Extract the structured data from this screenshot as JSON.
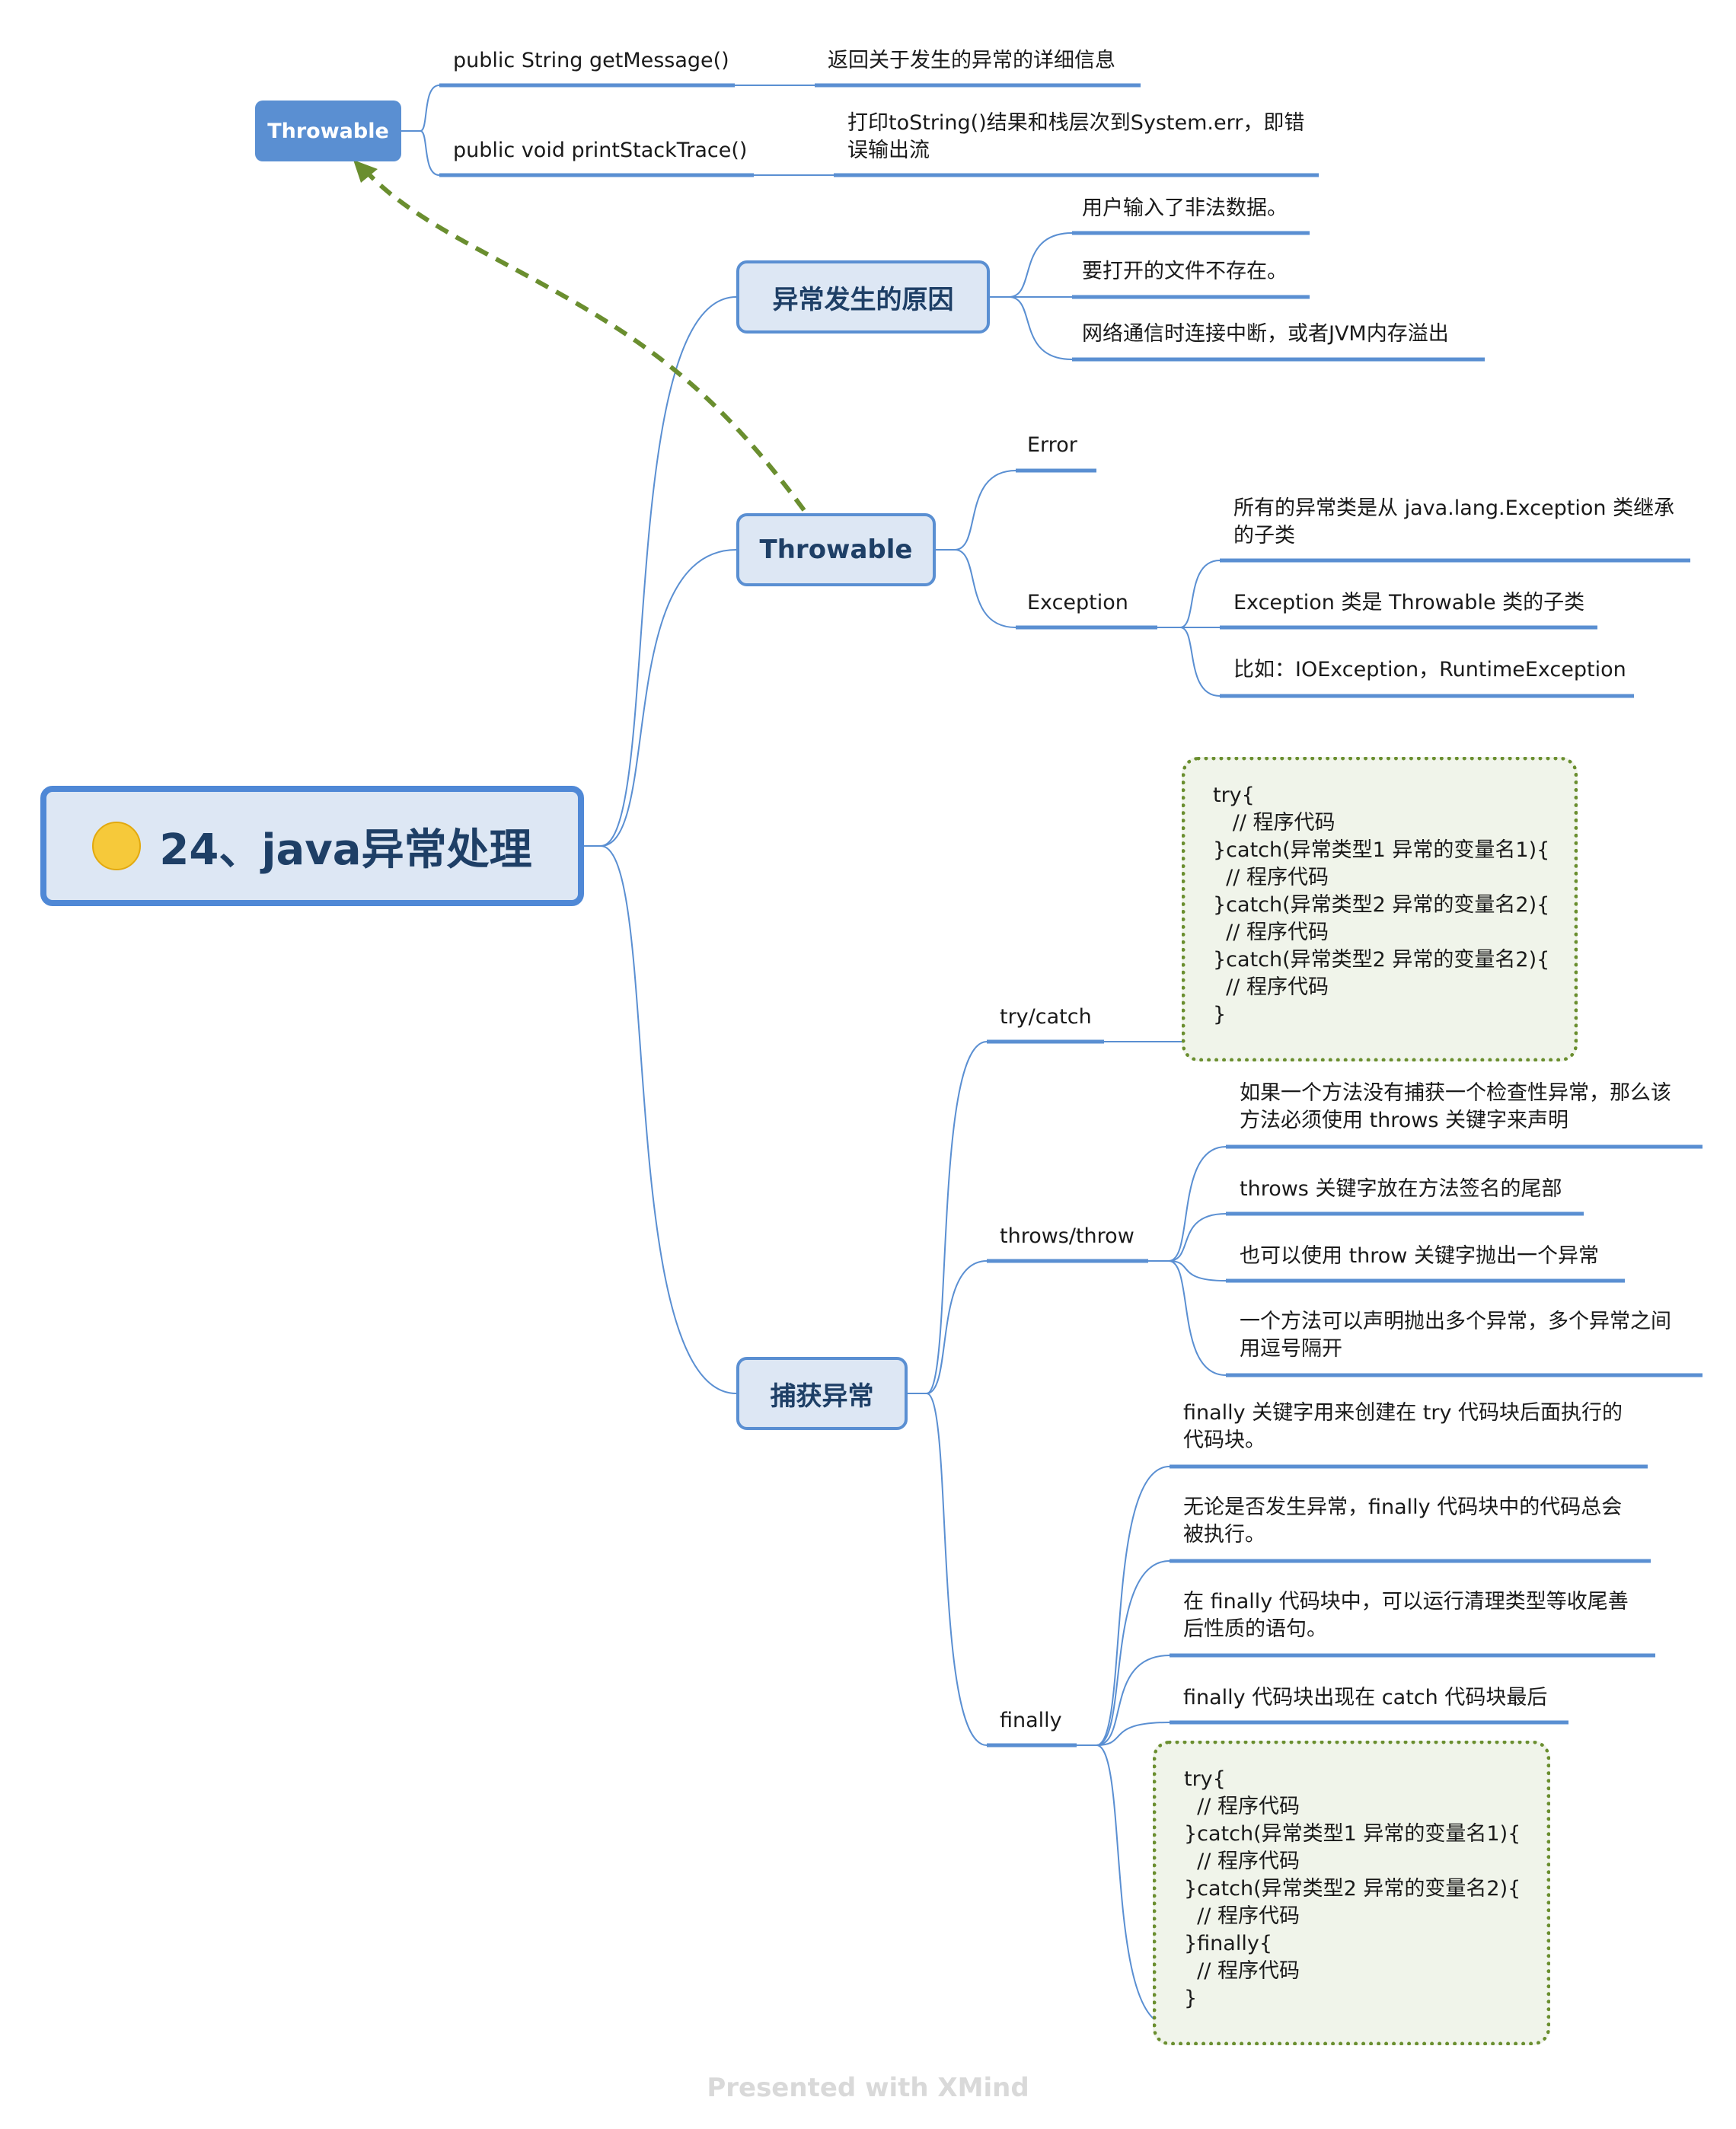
{
  "root": {
    "icon": "smiley-icon",
    "title": "24、java异常处理"
  },
  "colors": {
    "line": "#5a8fd2",
    "node_fill": "#dde7f4",
    "arrow": "#6a8e2f",
    "code_fill": "#f0f4ea"
  },
  "top_throwable": {
    "label": "Throwable",
    "methods": [
      {
        "signature": "public String getMessage()",
        "description": "返回关于发生的异常的详细信息"
      },
      {
        "signature": "public void printStackTrace()",
        "description": "打印toString()结果和栈层次到System.err，即错\n误输出流"
      }
    ]
  },
  "causes": {
    "label": "异常发生的原因",
    "items": [
      "用户输入了非法数据。",
      "要打开的文件不存在。",
      "网络通信时连接中断，或者JVM内存溢出"
    ]
  },
  "throwable": {
    "label": "Throwable",
    "error_label": "Error",
    "exception_label": "Exception",
    "exception_items": [
      "所有的异常类是从 java.lang.Exception 类继承\n的子类",
      "Exception 类是 Throwable 类的子类",
      "比如：IOException，RuntimeException"
    ]
  },
  "catching": {
    "label": "捕获异常",
    "try_catch": {
      "label": "try/catch",
      "code": "try{\n   // 程序代码\n}catch(异常类型1 异常的变量名1){\n  // 程序代码\n}catch(异常类型2 异常的变量名2){\n  // 程序代码\n}catch(异常类型2 异常的变量名2){\n  // 程序代码\n}"
    },
    "throws": {
      "label": "throws/throw",
      "items": [
        "如果一个方法没有捕获一个检查性异常，那么该\n方法必须使用 throws 关键字来声明",
        "throws 关键字放在方法签名的尾部",
        "也可以使用 throw 关键字抛出一个异常",
        "一个方法可以声明抛出多个异常，多个异常之间\n用逗号隔开"
      ]
    },
    "finally": {
      "label": "finally",
      "items": [
        "finally 关键字用来创建在 try 代码块后面执行的\n代码块。",
        "无论是否发生异常，finally 代码块中的代码总会\n被执行。",
        "在 finally 代码块中，可以运行清理类型等收尾善\n后性质的语句。",
        "finally 代码块出现在 catch 代码块最后"
      ],
      "code": "try{\n  // 程序代码\n}catch(异常类型1 异常的变量名1){\n  // 程序代码\n}catch(异常类型2 异常的变量名2){\n  // 程序代码\n}finally{\n  // 程序代码\n}"
    }
  },
  "footer": "Presented with XMind"
}
